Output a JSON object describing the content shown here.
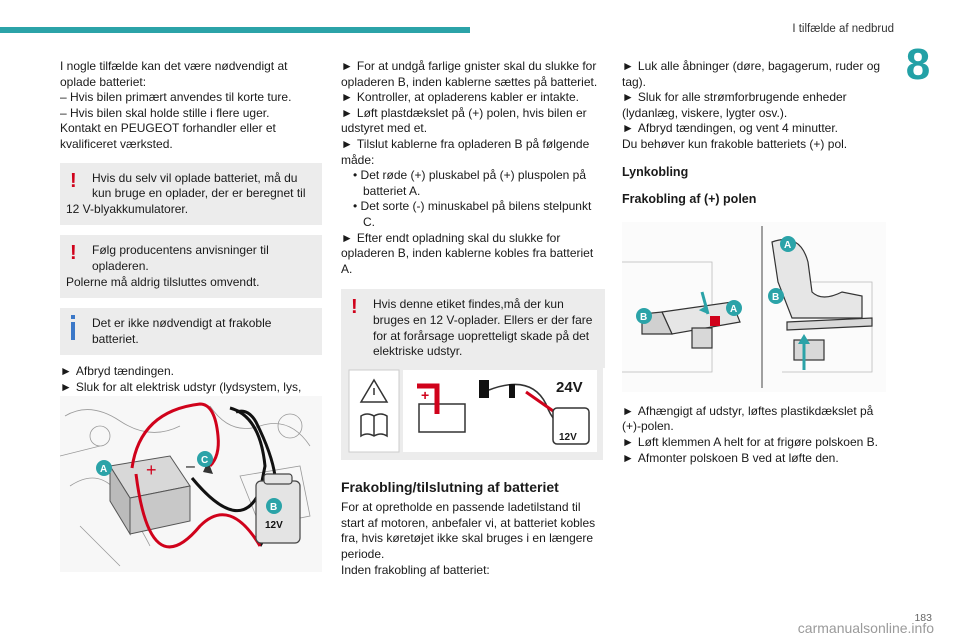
{
  "header": {
    "section_title": "I tilfælde af nedbrud",
    "chapter": "8"
  },
  "footer": {
    "page_number": "183",
    "watermark": "carmanualsonline.info"
  },
  "colors": {
    "accent": "#2ba3a8",
    "warning": "#d0021b",
    "info": "#3b78c8",
    "box_bg": "#ececec"
  },
  "col1": {
    "p1": "I nogle tilfælde kan det være nødvendigt at oplade batteriet:",
    "p2": "– Hvis bilen primært anvendes til korte ture.",
    "p3": "– Hvis bilen skal holde stille i flere uger.",
    "p4": "Kontakt en PEUGEOT forhandler eller et kvalificeret værksted.",
    "warn1_a": "Hvis du selv vil oplade batteriet, må du kun bruge en oplader, der er beregnet til",
    "warn1_b": "12 V-blyakkumulatorer.",
    "warn2_a": "Følg producentens anvisninger til opladeren.",
    "warn2_b": "Polerne må aldrig tilsluttes omvendt.",
    "info1": "Det er ikke nødvendigt at frakoble batteriet.",
    "step1": "Afbryd tændingen.",
    "step2": "Sluk for alt elektrisk udstyr (lydsystem, lys, vinduesviskere mv.).",
    "fig": {
      "label_a": "A",
      "label_b": "B",
      "label_c": "C",
      "voltage": "12V",
      "plus": "+",
      "minus": "–"
    }
  },
  "col2": {
    "s1": "For at undgå farlige gnister skal du slukke for opladeren B, inden kablerne sættes på batteriet.",
    "s2": "Kontroller, at opladerens kabler er intakte.",
    "s3": "Løft plastdækslet på (+) polen, hvis bilen er udstyret med et.",
    "s4": "Tilslut kablerne fra opladeren B på følgende måde:",
    "b1": "• Det røde (+) pluskabel på (+) pluspolen på batteriet A.",
    "b2": "• Det sorte (-) minuskabel på bilens stelpunkt C.",
    "s5": "Efter endt opladning skal du slukke for opladeren B, inden kablerne kobles fra batteriet A.",
    "warn3": "Hvis denne etiket findes,må der kun bruges en 12 V-oplader. Ellers er der fare for at forårsage uopretteligt skade på det elektriske udstyr.",
    "label_fig": {
      "v24": "24V",
      "v12": "12V"
    },
    "heading": "Frakobling/tilslutning af batteriet",
    "p1": "For at opretholde en passende ladetilstand til start af motoren, anbefaler vi, at batteriet kobles fra, hvis køretøjet ikke skal bruges i en længere periode.",
    "p2": "Inden frakobling af batteriet:"
  },
  "col3": {
    "s1": "Luk alle åbninger (døre, bagagerum, ruder og tag).",
    "s2": "Sluk for alle strømforbrugende enheder (lydanlæg, viskere, lygter osv.).",
    "s3": "Afbryd tændingen, og vent 4 minutter.",
    "p1": "Du behøver kun frakoble batteriets (+) pol.",
    "h1": "Lynkobling",
    "h2": "Frakobling af (+) polen",
    "fig": {
      "label_a": "A",
      "label_b": "B"
    },
    "s4": "Afhængigt af udstyr, løftes plastikdækslet på (+)-polen.",
    "s5": "Løft klemmen A helt for at frigøre polskoen B.",
    "s6": "Afmonter polskoen B ved at løfte den."
  }
}
